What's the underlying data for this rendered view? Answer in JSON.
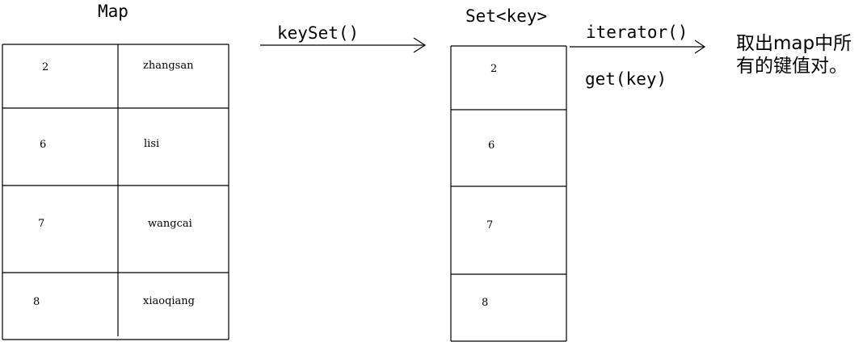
{
  "map": {
    "title": "Map",
    "rows": [
      {
        "key": "2",
        "value": "zhangsan"
      },
      {
        "key": "6",
        "value": "lisi"
      },
      {
        "key": "7",
        "value": "wangcai"
      },
      {
        "key": "8",
        "value": "xiaoqiang"
      }
    ]
  },
  "arrows": {
    "keyset": "keySet()",
    "iterator": "iterator()",
    "get": "get(key)"
  },
  "set": {
    "title": "Set<key>",
    "items": [
      "2",
      "6",
      "7",
      "8"
    ]
  },
  "note": {
    "line1": "取出map中所",
    "line2": "有的键值对。"
  }
}
